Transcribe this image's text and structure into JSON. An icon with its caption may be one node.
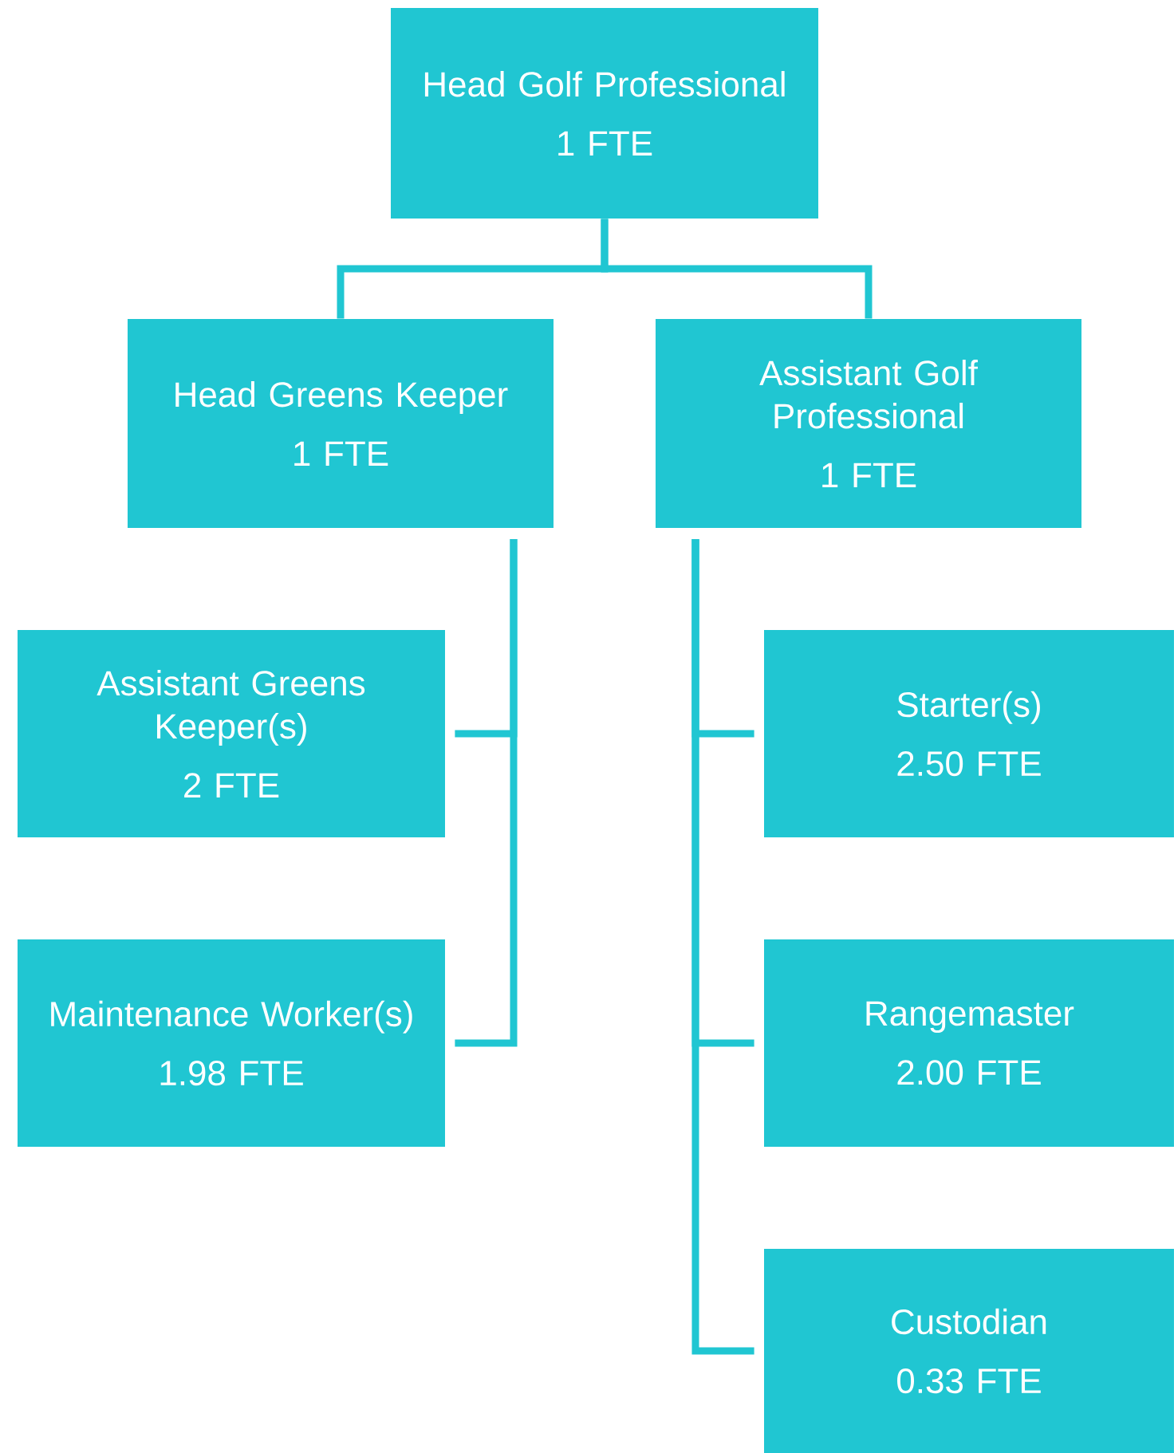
{
  "diagram": {
    "nodes": [
      {
        "text": [
          "Head Golf Professional",
          "1 FTE"
        ]
      },
      {
        "text": [
          "Head Greens Keeper",
          "1 FTE"
        ]
      },
      {
        "text": [
          "Assistant Golf Professional",
          "1 FTE"
        ]
      },
      {
        "text": [
          "Assistant Greens Keeper(s)",
          "2 FTE"
        ]
      },
      {
        "text": [
          "Maintenance Worker(s)",
          "1.98 FTE"
        ]
      },
      {
        "text": [
          "Starter(s)",
          "2.50 FTE"
        ]
      },
      {
        "text": [
          "Rangemaster",
          "2.00 FTE"
        ]
      },
      {
        "text": [
          "Custodian",
          "0.33 FTE"
        ]
      }
    ],
    "edges": [
      {
        "from": 0,
        "to": 1,
        "arrow": "none"
      },
      {
        "from": 0,
        "to": 2,
        "arrow": "none"
      },
      {
        "from": 1,
        "to": 3,
        "arrow": "none"
      },
      {
        "from": 1,
        "to": 4,
        "arrow": "none"
      },
      {
        "from": 2,
        "to": 5,
        "arrow": "none"
      },
      {
        "from": 2,
        "to": 6,
        "arrow": "none"
      },
      {
        "from": 2,
        "to": 7,
        "arrow": "none"
      }
    ]
  }
}
